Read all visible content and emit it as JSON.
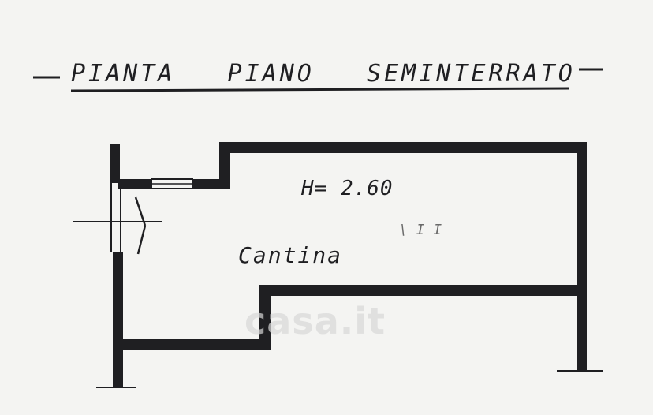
{
  "drawing": {
    "title": "PIANTA   PIANO   SEMINTERRATO",
    "height_label": "H= 2.60",
    "room_label": "Cantina",
    "stray_mark": "\\ I I"
  },
  "watermark": {
    "text": "casa.it"
  },
  "colors": {
    "paper": "#f4f4f2",
    "ink": "#1f1f22",
    "watermark": "#d7d7d7"
  }
}
